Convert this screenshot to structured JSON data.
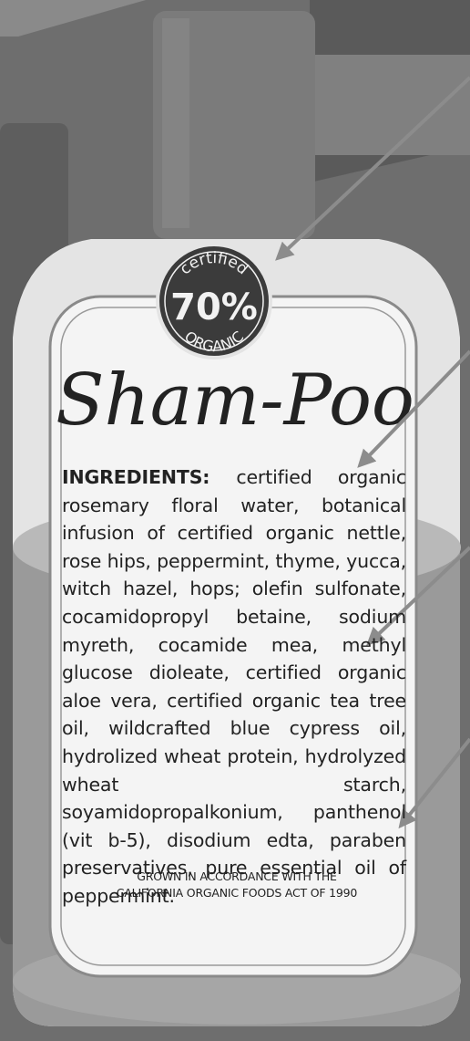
{
  "badge": {
    "top": "certified",
    "middle": "70%",
    "bottom": "ORGANIC"
  },
  "product_name": "Sham-Poo",
  "ingredients": {
    "heading": "INGREDIENTS:",
    "text": "certified organic rosemary floral water, botanical infusion of certified organic nettle, rose hips, peppermint, thyme, yucca, witch hazel, hops; olefin sulfonate, cocamidopropyl betaine, sodium myreth, cocamide mea, methyl glucose dioleate, certified organic aloe vera, certified organic tea tree oil, wildcrafted blue cypress oil, hydrolized wheat protein, hydrolyzed wheat starch, soyamidopropalkonium, panthenol (vit b-5), disodium edta, paraben preservatives, pure essential oil of peppermint."
  },
  "footnote": {
    "line1": "GROWN IN ACCORDANCE WITH THE",
    "line2": "CALIFORNIA ORGANIC FOODS ACT OF 1990"
  },
  "colors": {
    "background": "#6e6e6e",
    "bottle": "#e6e6e6",
    "cap": "#7a7a7a",
    "liquid": "#9a9a9a",
    "label": "#f5f5f5",
    "badge": "#3a3a3a",
    "arrow": "#8a8a8a"
  }
}
